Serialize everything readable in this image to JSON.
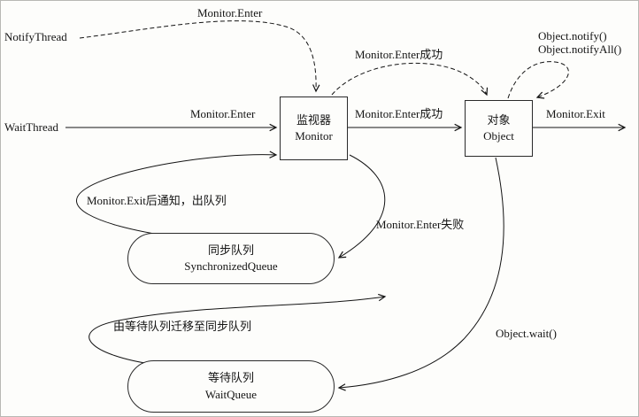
{
  "diagram": {
    "title": "Monitor / Object synchronization queue diagram",
    "colors": {
      "ink": "#141414",
      "background": "#fdfdfb"
    },
    "actors": {
      "notify_thread": "NotifyThread",
      "wait_thread": "WaitThread"
    },
    "nodes": {
      "monitor": {
        "title": "监视器",
        "subtitle": "Monitor"
      },
      "object": {
        "title": "对象",
        "subtitle": "Object"
      },
      "sync_queue": {
        "title": "同步队列",
        "subtitle": "SynchronizedQueue"
      },
      "wait_queue": {
        "title": "等待队列",
        "subtitle": "WaitQueue"
      }
    },
    "labels": {
      "monitor_enter_top": "Monitor.Enter",
      "monitor_enter_wait": "Monitor.Enter",
      "monitor_enter_success_dashed": "Monitor.Enter成功",
      "monitor_enter_success_solid": "Monitor.Enter成功",
      "object_notify": "Object.notify()",
      "object_notify_all": "Object.notifyAll()",
      "monitor_exit": "Monitor.Exit",
      "exit_notify_dequeue": "Monitor.Exit后通知，出队列",
      "monitor_enter_fail": "Monitor.Enter失败",
      "migrate_wait_to_sync": "由等待队列迁移至同步队列",
      "object_wait": "Object.wait()"
    }
  }
}
